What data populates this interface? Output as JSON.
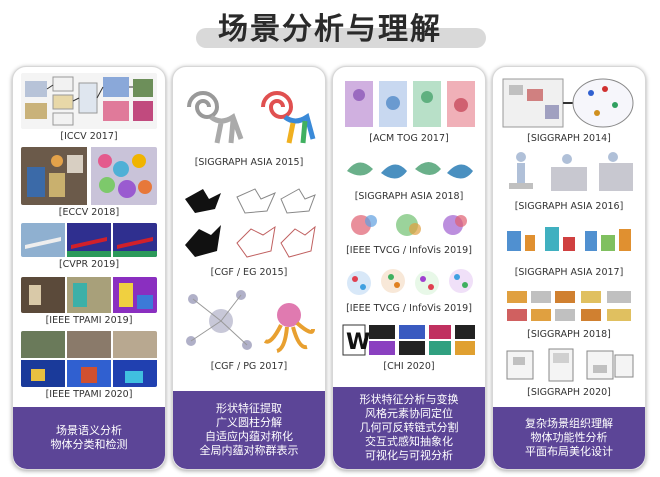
{
  "title": "场景分析与理解",
  "columns": [
    {
      "items": [
        {
          "caption": "[ICCV 2017]"
        },
        {
          "caption": "[ECCV 2018]"
        },
        {
          "caption": "[CVPR 2019]"
        },
        {
          "caption": "[IEEE TPAMI 2019]"
        },
        {
          "caption": "[IEEE TPAMI 2020]"
        }
      ],
      "footer": [
        "场景语义分析",
        "物体分类和检测"
      ]
    },
    {
      "items": [
        {
          "caption": "[SIGGRAPH ASIA 2015]"
        },
        {
          "caption": "[CGF / EG 2015]"
        },
        {
          "caption": "[CGF / PG 2017]"
        }
      ],
      "footer": [
        "形状特征提取",
        "广义圆柱分解",
        "自适应内蕴对称化",
        "全局内蕴对称群表示"
      ]
    },
    {
      "items": [
        {
          "caption": "[ACM TOG 2017]"
        },
        {
          "caption": "[SIGGRAPH ASIA 2018]"
        },
        {
          "caption": "[IEEE TVCG / InfoVis 2019]"
        },
        {
          "caption": "[IEEE TVCG / InfoVis 2019]"
        },
        {
          "caption": "[CHI 2020]"
        }
      ],
      "footer": [
        "形状特征分析与变换",
        "风格元素协同定位",
        "几何可反转链式分割",
        "交互式感知抽象化",
        "可视化与可视分析"
      ]
    },
    {
      "items": [
        {
          "caption": "[SIGGRAPH 2014]"
        },
        {
          "caption": "[SIGGRAPH ASIA 2016]"
        },
        {
          "caption": "[SIGGRAPH ASIA 2017]"
        },
        {
          "caption": "[SIGGRAPH 2018]"
        },
        {
          "caption": "[SIGGRAPH 2020]"
        }
      ],
      "footer": [
        "复杂场景组织理解",
        "物体功能性分析",
        "平面布局美化设计"
      ]
    }
  ]
}
